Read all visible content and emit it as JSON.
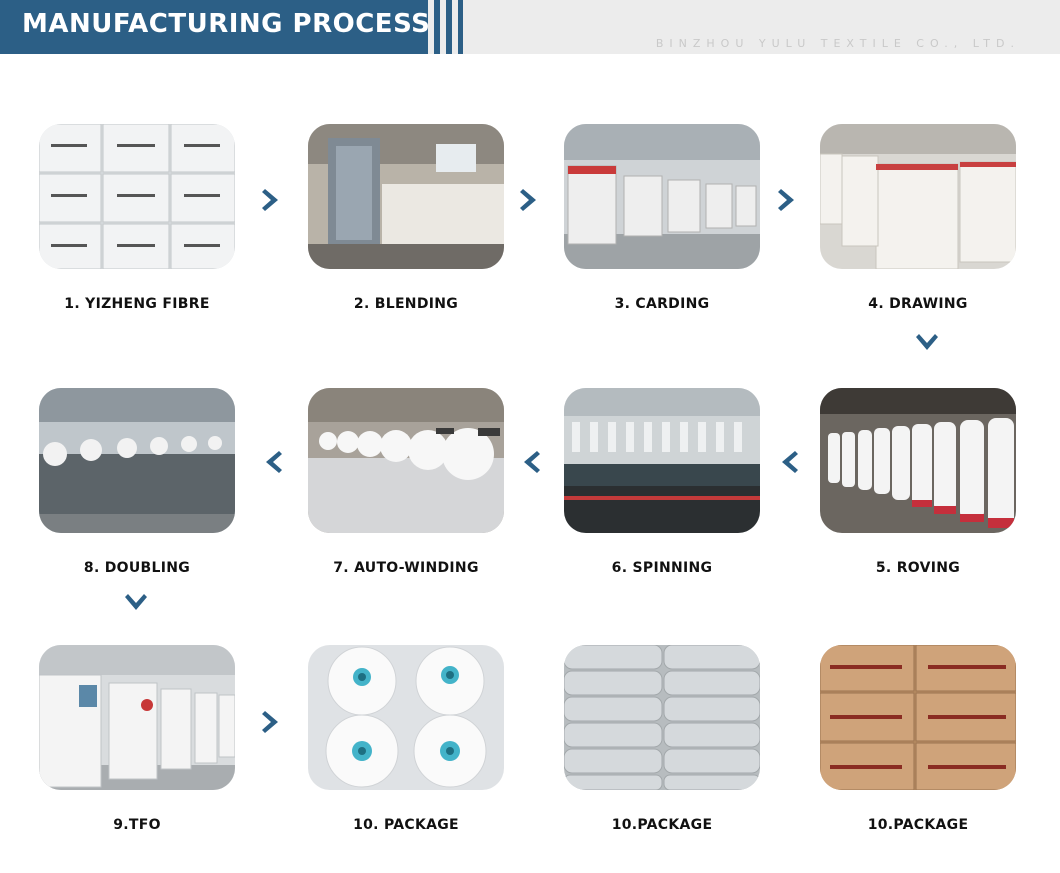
{
  "header": {
    "title": "MANUFACTURING PROCESS",
    "subtitle": "BINZHOU YULU TEXTILE CO., LTD."
  },
  "steps": [
    {
      "label": "1. YIZHENG FIBRE",
      "icon": "fibre-bales-photo"
    },
    {
      "label": "2. BLENDING",
      "icon": "blending-machine-photo"
    },
    {
      "label": "3. CARDING",
      "icon": "carding-machines-photo"
    },
    {
      "label": "4. DRAWING",
      "icon": "drawing-cans-photo"
    },
    {
      "label": "5. ROVING",
      "icon": "roving-bobbins-photo"
    },
    {
      "label": "6. SPINNING",
      "icon": "spinning-frame-photo"
    },
    {
      "label": "7. AUTO-WINDING",
      "icon": "auto-winding-machine-photo"
    },
    {
      "label": "8. DOUBLING",
      "icon": "doubling-machine-photo"
    },
    {
      "label": "9.TFO",
      "icon": "tfo-twister-photo"
    },
    {
      "label": "10. PACKAGE",
      "icon": "yarn-cones-photo"
    },
    {
      "label": "10.PACKAGE",
      "icon": "bagged-packages-photo"
    },
    {
      "label": "10.PACKAGE",
      "icon": "cartons-photo"
    }
  ],
  "colors": {
    "brand_blue": "#2c5f86",
    "header_grey": "#ececec",
    "label_text": "#111111"
  }
}
